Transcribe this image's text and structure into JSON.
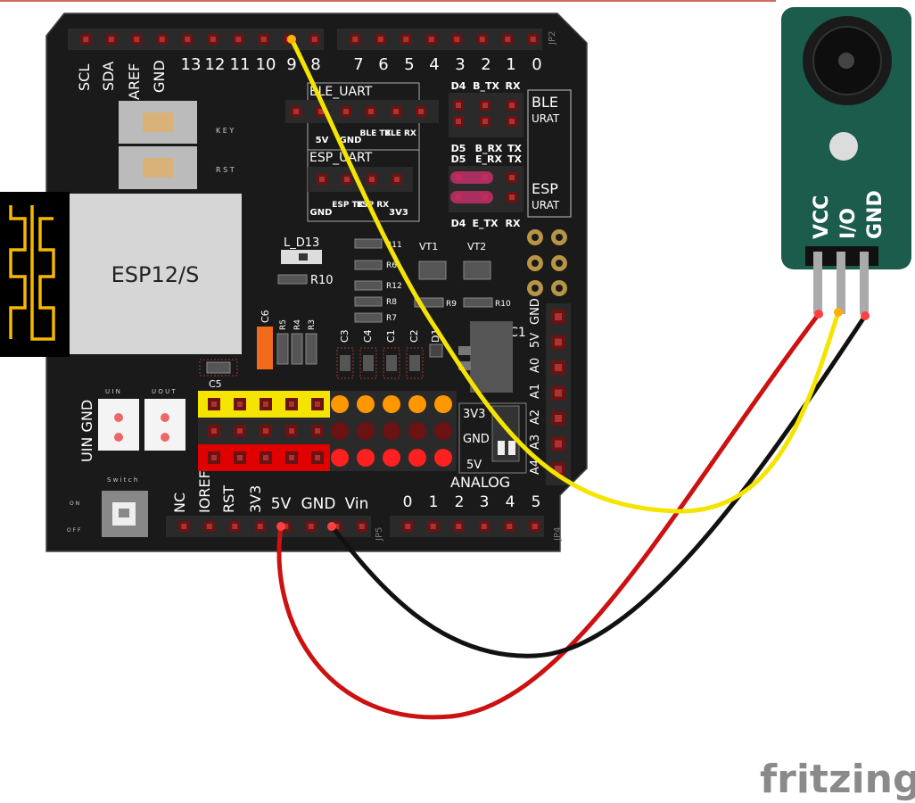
{
  "board": {
    "top_digital_labels": [
      "SCL",
      "SDA",
      "AREF",
      "GND",
      "13",
      "12",
      "11",
      "10",
      "9",
      "8",
      "7",
      "6",
      "5",
      "4",
      "3",
      "2",
      "1",
      "0"
    ],
    "header_top_left_tag": "JP2",
    "ble_uart_label": "BLE_UART",
    "ble_uart_pins": [
      "5V",
      "GND",
      "BLE TX",
      "BLE RX"
    ],
    "esp_uart_label": "ESP_UART",
    "esp_uart_pins": [
      "GND",
      "ESP TX",
      "ESP RX",
      "3V3"
    ],
    "key_label": "K E Y",
    "rst_label": "R S T",
    "module_label": "ESP12/S",
    "led_label": "L_D13",
    "r10_label": "R10",
    "resistors_small": [
      "R11",
      "R6",
      "R12",
      "R8",
      "R7"
    ],
    "r9_label": "R9",
    "r10b_label": "R10",
    "vt1_label": "VT1",
    "vt2_label": "VT2",
    "jumper_top": [
      "D4",
      "B_TX",
      "RX"
    ],
    "jumper_mid1": [
      "D5",
      "B_RX",
      "TX"
    ],
    "jumper_mid2": [
      "D5",
      "E_RX",
      "TX"
    ],
    "jumper_bot": [
      "D4",
      "E_TX",
      "RX"
    ],
    "ble_box": "BLE",
    "urat_top": "URAT",
    "esp_box": "ESP",
    "urat_bot": "URAT",
    "caps": [
      "C3",
      "C4",
      "C1",
      "C2"
    ],
    "d1_label": "D1",
    "c6_label": "C6",
    "r_vertical": [
      "R5",
      "R4",
      "R3"
    ],
    "c5_label": "C5",
    "ic1_label": "IC1",
    "right_header": [
      "GND",
      "5V",
      "A0",
      "A1",
      "A2",
      "A3",
      "A4"
    ],
    "uin_gnd_label": "UIN GND",
    "uin_label": "U  I  N",
    "uout_label": "U  O  U  T",
    "switch_label": "S w i t c h",
    "on_label": "O N",
    "off_label": "O F F",
    "power_voltage_labels": [
      "3V3",
      "GND",
      "5V"
    ],
    "power_labels": [
      "NC",
      "IOREF",
      "RST",
      "3V3",
      "5V",
      "GND",
      "Vin"
    ],
    "analog_label": "ANALOG",
    "analog_numbers": [
      "0",
      "1",
      "2",
      "3",
      "4",
      "5"
    ],
    "jp5_label": "JP5",
    "jp4_label": "JP4"
  },
  "sensor": {
    "pins": [
      "VCC",
      "I/O",
      "GND"
    ]
  },
  "wires": {
    "colors": {
      "signal": "#f5e400",
      "power": "#cc1111",
      "ground": "#111111"
    }
  },
  "logo": "fritzing"
}
